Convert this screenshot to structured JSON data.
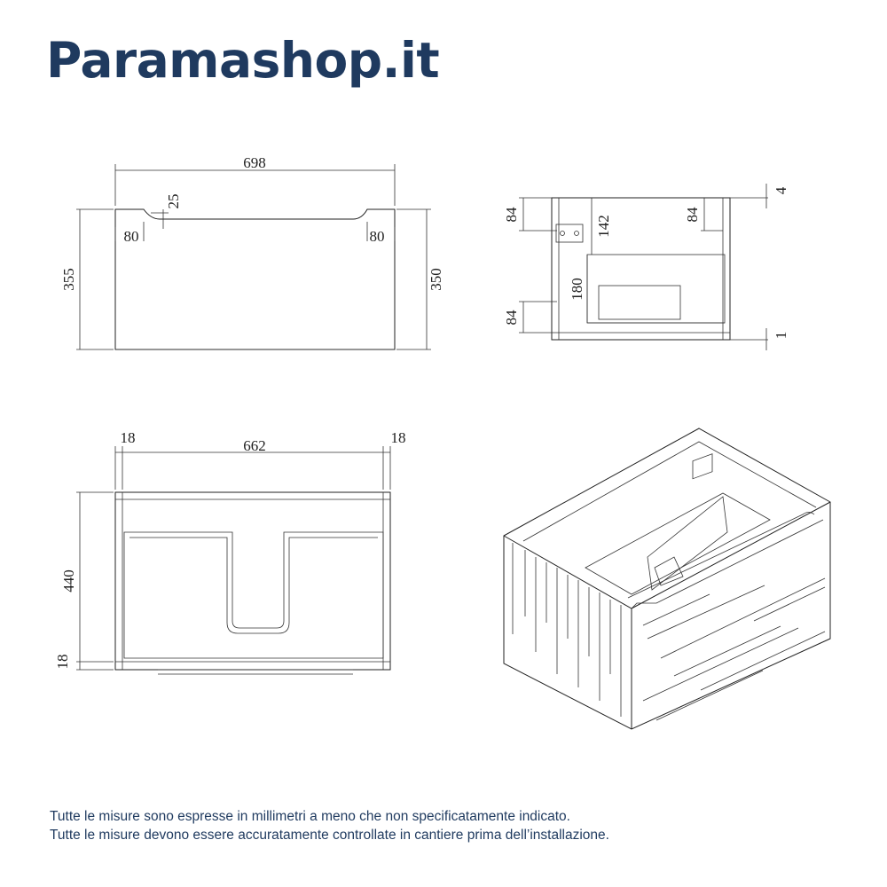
{
  "brand": {
    "name": "Paramashop.it"
  },
  "views": {
    "front": {
      "width": "698",
      "right_height": "350",
      "left_height": "355",
      "cut_depth": "25",
      "cut_left": "80",
      "cut_right": "80"
    },
    "side": {
      "top_left": "84",
      "inner": "142",
      "top_right": "84",
      "top_gap": "4",
      "drawer": "180",
      "bottom_left": "84",
      "bottom_gap": "1"
    },
    "top": {
      "left_panel": "18",
      "inner_width": "662",
      "right_panel": "18",
      "depth": "440",
      "back": "18"
    }
  },
  "notes": [
    "Tutte le misure sono espresse in millimetri a meno che non specificatamente indicato.",
    "Tutte le misure devono essere accuratamente controllate in cantiere prima dell’installazione."
  ],
  "colors": {
    "brand": "#1f3a5f",
    "line": "#222222"
  }
}
